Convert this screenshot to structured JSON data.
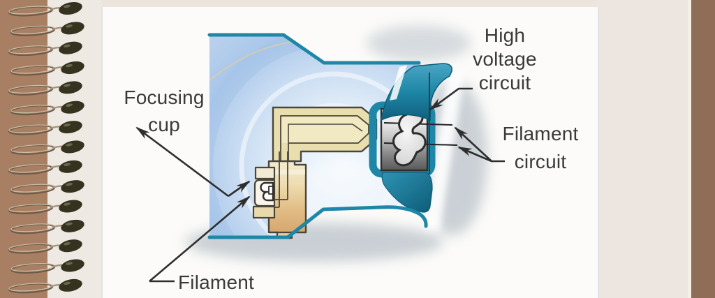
{
  "page": {
    "background": "#ece5de",
    "panel_background": "#fcfbf9",
    "left_strip_color": "#a87f63",
    "right_strip_color": "#8f6d56",
    "margin_color": "#efe9e3"
  },
  "binding": {
    "coil_count": 15,
    "bead_color": "#35321f",
    "wire_color": "#6d5b49"
  },
  "labels": {
    "focusing_cup": [
      "Focusing",
      "cup"
    ],
    "high_voltage": [
      "High",
      "voltage",
      "circuit"
    ],
    "filament_circuit": [
      "Filament",
      "circuit"
    ],
    "filament": "Filament"
  },
  "colors": {
    "teal": "#1e86a6",
    "teal_dark": "#0d5c78",
    "tan": "#e9dfae",
    "tan_deep": "#d5a269",
    "metal_dark": "#5d5d5d",
    "interior_blue": "#aac7ea",
    "cream_arc": "#dbcda9",
    "leader_ink": "#2e2e2e",
    "text": "#3a3a3a"
  }
}
